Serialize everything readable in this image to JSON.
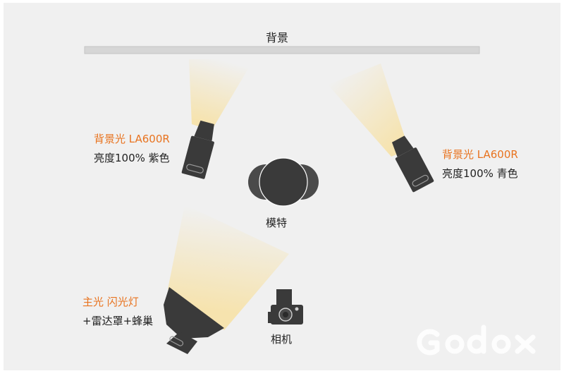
{
  "background_label": "背景",
  "back_light_left": {
    "title": "背景光  LA600R",
    "detail": "亮度100% 紫色"
  },
  "back_light_right": {
    "title": "背景光  LA600R",
    "detail": "亮度100% 青色"
  },
  "model_label": "模特",
  "key_light": {
    "title": "主光  闪光灯",
    "detail": "+雷达罩+蜂巢"
  },
  "camera_label": "相机",
  "logo_text": "Godox",
  "colors": {
    "canvas": "#f0f0f0",
    "accent_label": "#e8731f",
    "light_body": "#3a3a3a",
    "beam": "#f6e6b4",
    "background_bar": "#d6d6d6"
  }
}
